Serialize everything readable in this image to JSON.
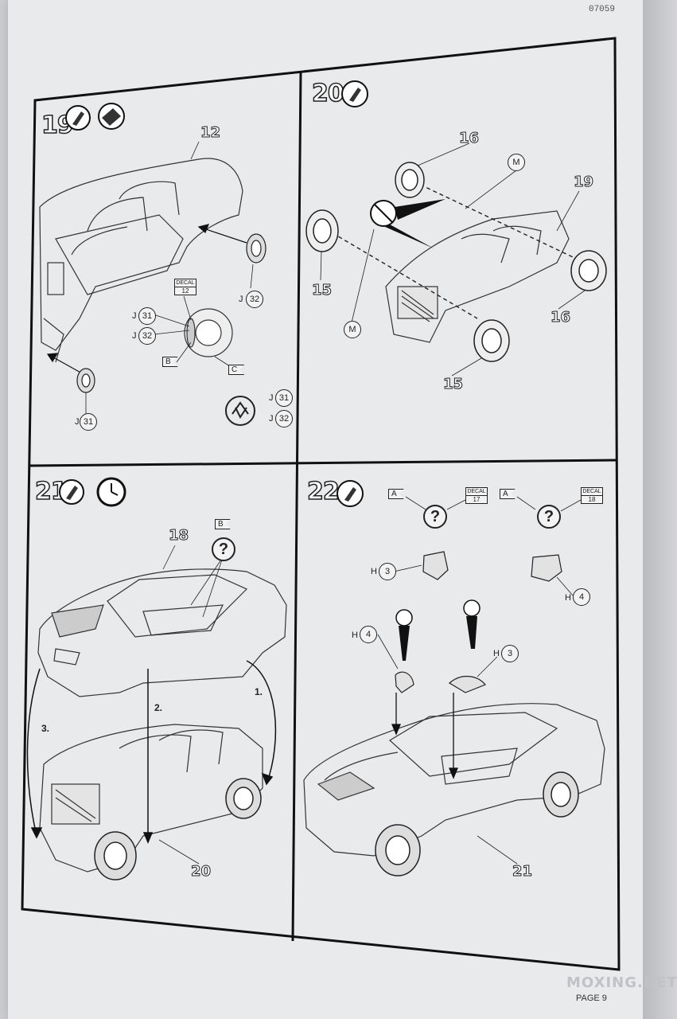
{
  "doc_code": "07059",
  "steps": [
    {
      "number": "19",
      "parts": [
        "12"
      ]
    },
    {
      "number": "20",
      "parts": [
        "16",
        "19",
        "15",
        "16",
        "15"
      ]
    },
    {
      "number": "21",
      "parts": [
        "18",
        "20"
      ],
      "sequence": [
        "1.",
        "2.",
        "3."
      ]
    },
    {
      "number": "22",
      "parts": [
        "21"
      ]
    }
  ],
  "step19": {
    "j32_top": {
      "letter": "J",
      "num": "32"
    },
    "j31": {
      "letter": "J",
      "num": "31"
    },
    "j32": {
      "letter": "J",
      "num": "32"
    },
    "j31_bottom": {
      "letter": "J",
      "num": "31"
    },
    "j31_right": {
      "letter": "J",
      "num": "31"
    },
    "j32_right": {
      "letter": "J",
      "num": "32"
    },
    "decal_label": "DECAL",
    "decal_num": "12",
    "flag_b": "B",
    "flag_c": "C"
  },
  "step20": {
    "m_top": "M",
    "m_bottom": "M"
  },
  "step21": {
    "flag_b": "B",
    "question": "?"
  },
  "step22": {
    "flag_a1": "A",
    "flag_a2": "A",
    "decal_label": "DECAL",
    "decal17": "17",
    "decal18": "18",
    "question": "?",
    "h3_a": {
      "letter": "H",
      "num": "3"
    },
    "h4_a": {
      "letter": "H",
      "num": "4"
    },
    "h4_b": {
      "letter": "H",
      "num": "4"
    },
    "h3_b": {
      "letter": "H",
      "num": "3"
    }
  },
  "watermark": "MOXING.NET",
  "page_label": "PAGE 9"
}
